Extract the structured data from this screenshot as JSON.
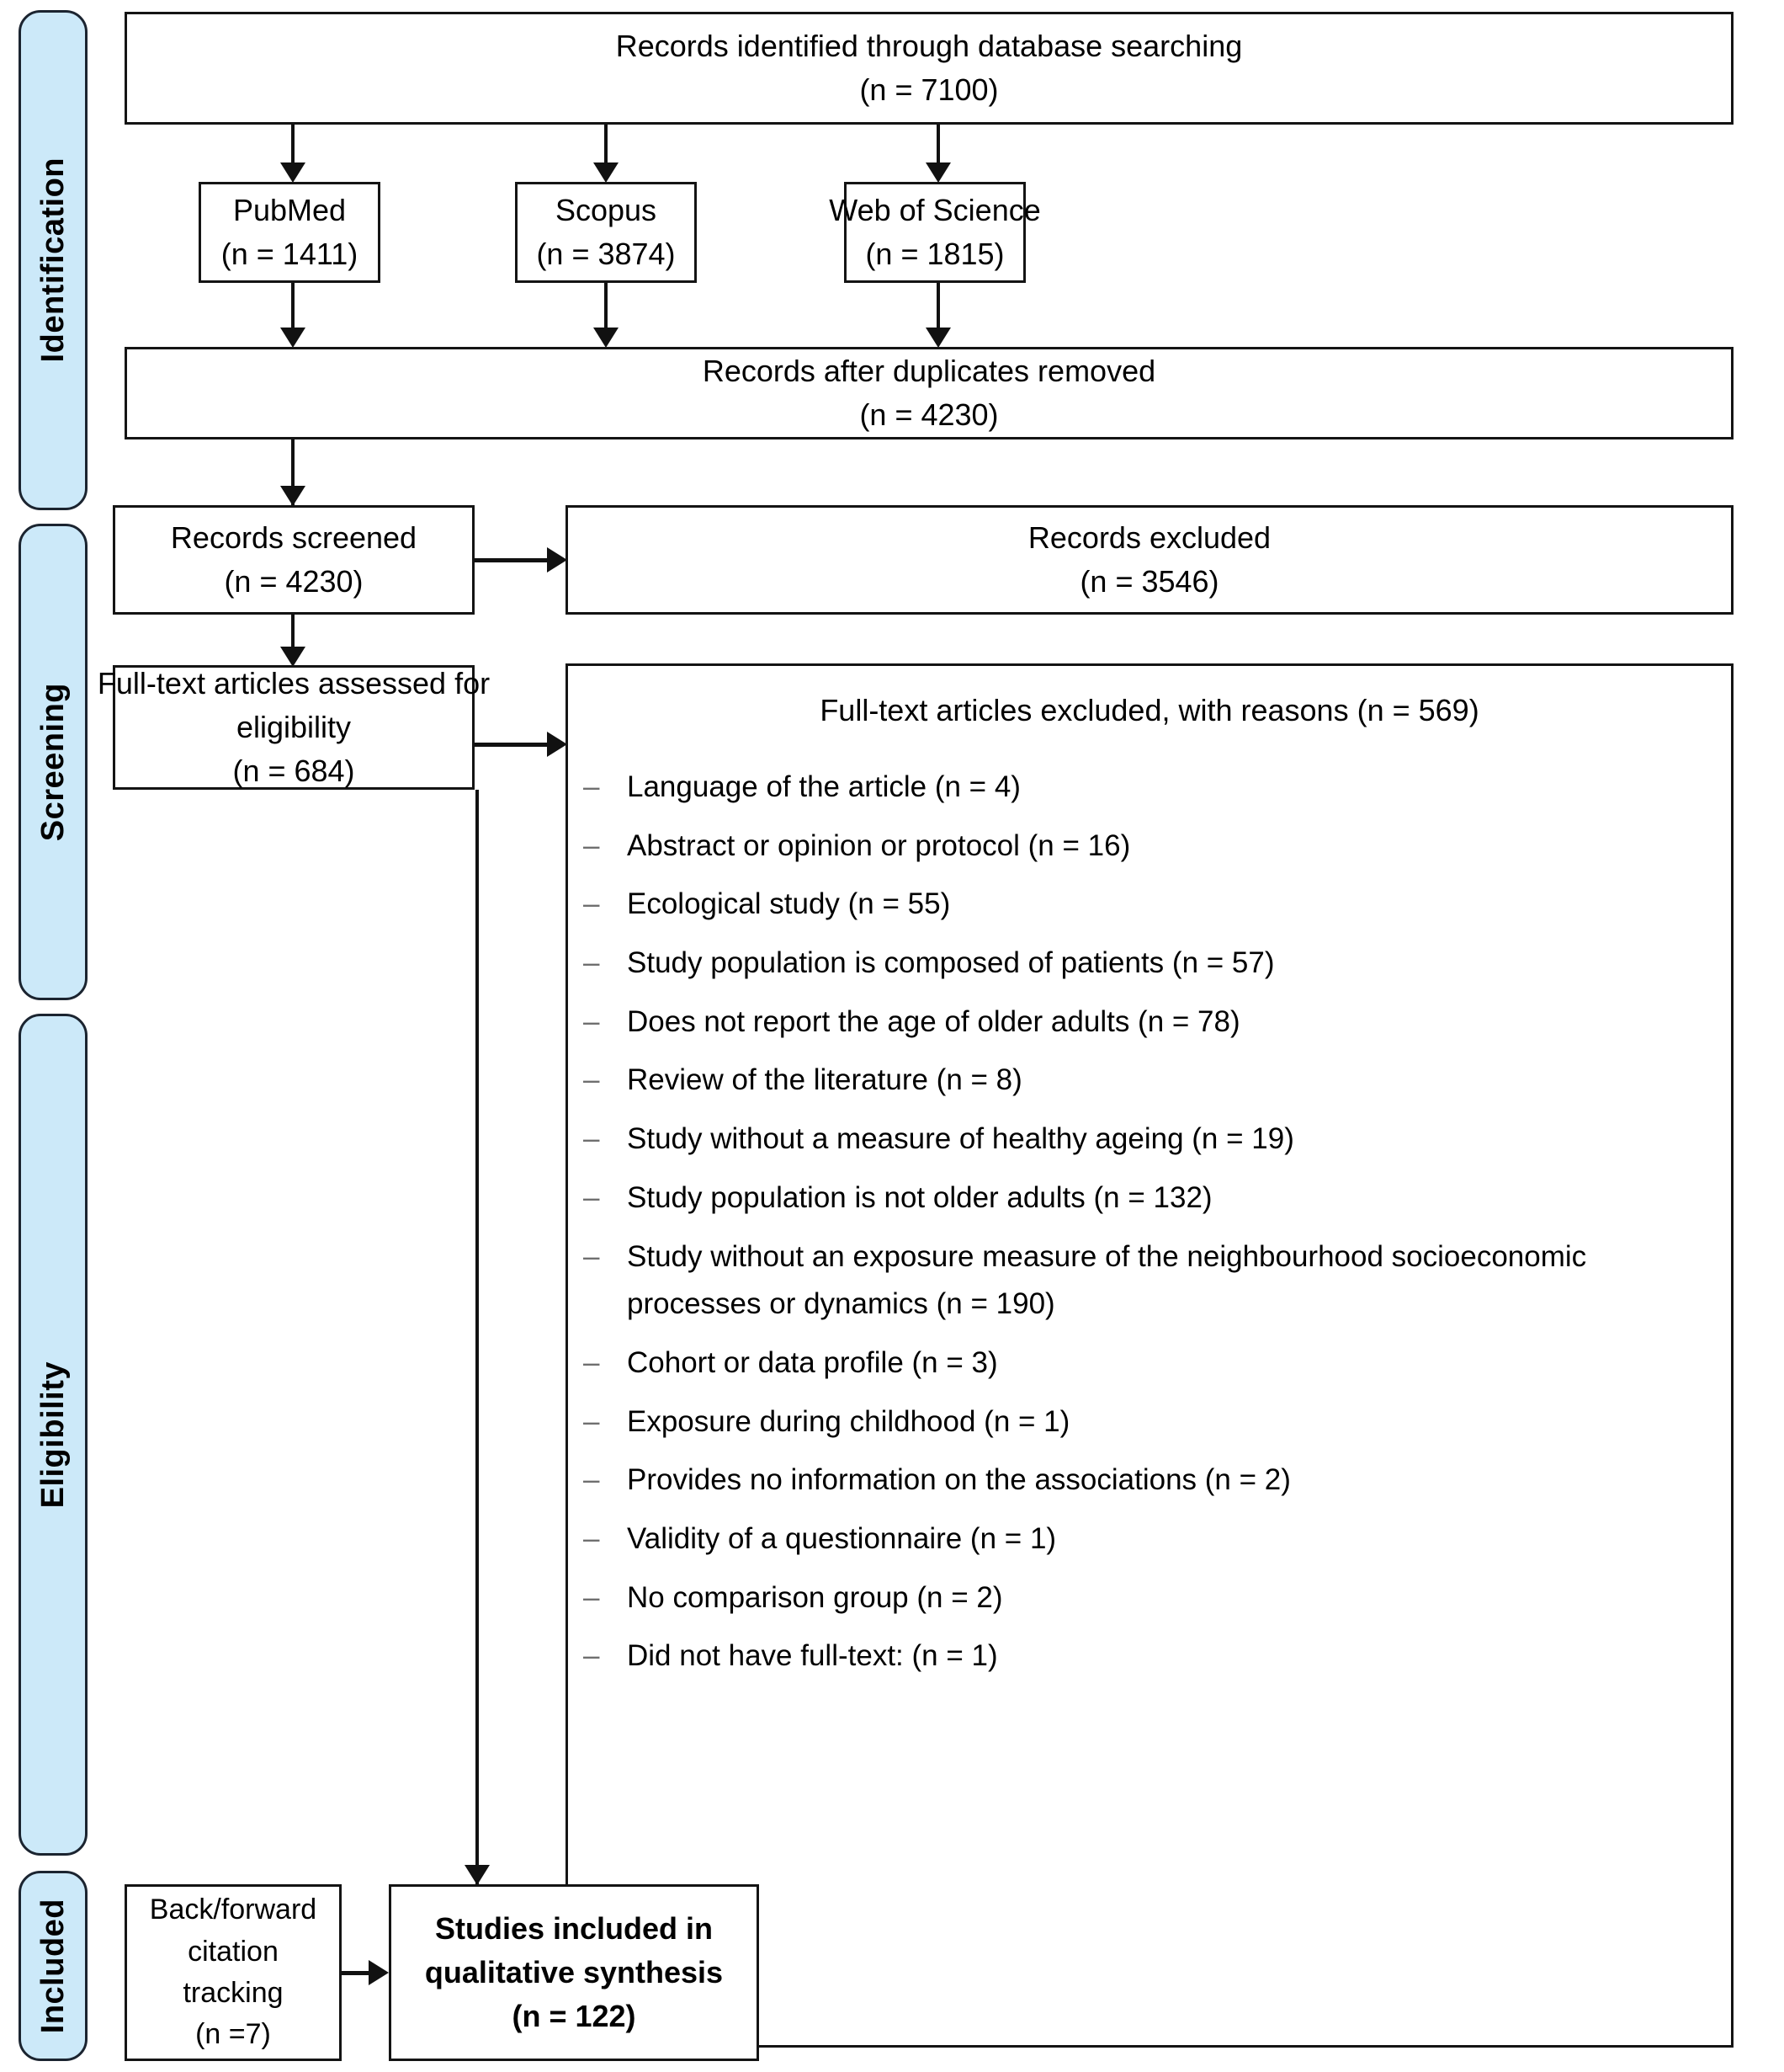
{
  "diagram": {
    "type": "prisma-flow-diagram",
    "stages": [
      {
        "id": "identification",
        "label": "Identification"
      },
      {
        "id": "screening",
        "label": "Screening"
      },
      {
        "id": "eligibility",
        "label": "Eligibility"
      },
      {
        "id": "included",
        "label": "Included"
      }
    ],
    "colors": {
      "stage_tab_fill": "#CCE9F9",
      "stage_tab_border": "#1b2430",
      "box_border": "#141414",
      "box_fill": "#FFFFFF",
      "connector": "#111111",
      "text": "#000000"
    },
    "boxes": {
      "records_identified": {
        "title": "Records identified through database searching",
        "count": "(n = 7100)"
      },
      "pubmed": {
        "title": "PubMed",
        "count": "(n = 1411)"
      },
      "scopus": {
        "title": "Scopus",
        "count": "(n = 3874)"
      },
      "web_of_science": {
        "title": "Web of Science",
        "count": "(n = 1815)"
      },
      "duplicates_removed": {
        "title": "Records after duplicates removed",
        "count": "(n = 4230)"
      },
      "records_screened": {
        "title": "Records screened",
        "count": "(n = 4230)"
      },
      "records_excluded": {
        "title": "Records excluded",
        "count": "(n = 3546)"
      },
      "fulltext_assessed": {
        "title_line1": "Full-text articles assessed for",
        "title_line2": "eligibility",
        "count": "(n = 684)"
      },
      "fulltext_excluded": {
        "title": "Full-text articles excluded, with reasons",
        "count": "(n = 569)",
        "reasons": [
          "Language of the article (n = 4)",
          "Abstract or opinion or protocol (n = 16)",
          "Ecological study (n = 55)",
          "Study population is composed of patients (n = 57)",
          "Does not report the age of older adults (n = 78)",
          "Review of the literature (n = 8)",
          "Study without a measure of healthy ageing (n = 19)",
          "Study population is not older adults (n = 132)",
          "Study without an exposure measure of the neighbourhood socioeconomic processes or dynamics (n = 190)",
          "Cohort or data profile (n = 3)",
          "Exposure during childhood (n = 1)",
          "Provides no information on the associations (n = 2)",
          "Validity of a questionnaire (n = 1)",
          "No comparison group (n = 2)",
          "Did not have full-text: (n = 1)"
        ]
      },
      "citation_tracking": {
        "title_line1": "Back/forward",
        "title_line2": "citation",
        "title_line3": "tracking",
        "count": "(n =7)"
      },
      "studies_included": {
        "title_line1": "Studies included in",
        "title_line2": "qualitative synthesis",
        "count": "(n = 122)"
      }
    }
  }
}
